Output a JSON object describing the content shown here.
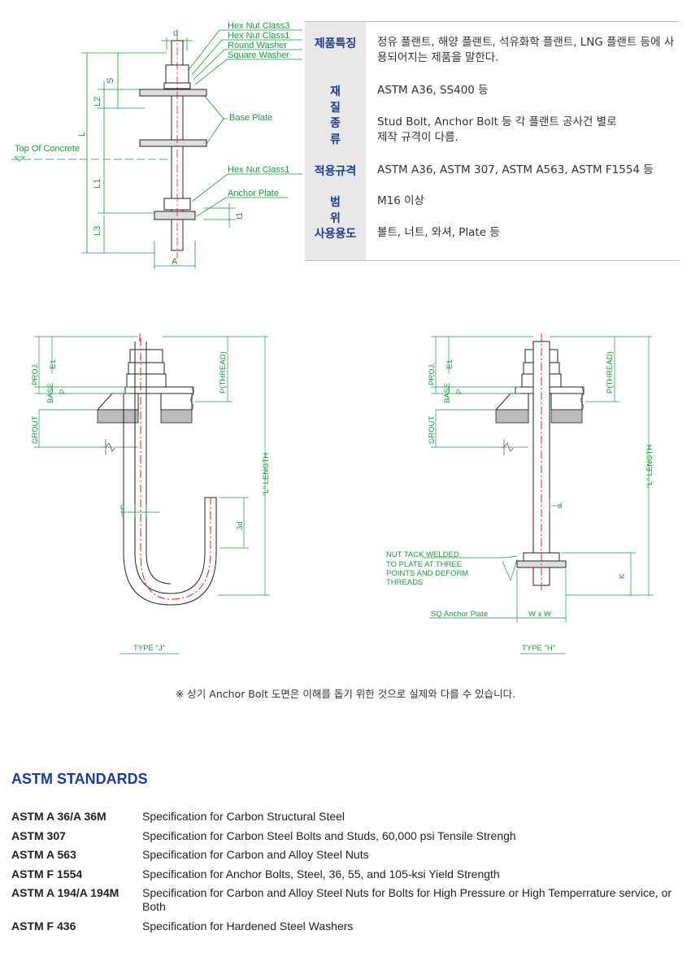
{
  "diagram_top": {
    "labels": {
      "d": "d",
      "s": "S",
      "l2": "L2",
      "l": "L",
      "l1": "L1",
      "l3": "L3",
      "a": "A",
      "t1": "t1",
      "top_of_concrete": "Top Of Concrete",
      "hex_nut_3": "Hex Nut Class3",
      "hex_nut_1": "Hex Nut Class1",
      "round_washer": "Round Washer",
      "square_washer": "Square Washer",
      "base_plate": "Base Plate",
      "hex_nut_1b": "Hex Nut Class1",
      "anchor_plate": "Anchor Plate"
    }
  },
  "spec_table": {
    "rows": [
      {
        "label": "제품특징",
        "value": "정유 플랜트, 해양 플랜트, 석유화학 플랜트, LNG 플랜트 등에  사용되어지는 제품을 말한다."
      },
      {
        "label": "재질",
        "value": "ASTM A36, SS400 등"
      },
      {
        "label": "종류",
        "value": "Stud Bolt, Anchor Bolt 등 각 플랜트 공사건 별로 제작 규격이 다름."
      },
      {
        "label": "적용규격",
        "value": "ASTM A36, ASTM 307, ASTM A563, ASTM F1554 등"
      },
      {
        "label": "범위",
        "value": "M16 이상"
      },
      {
        "label": "사용용도",
        "value": "볼트, 너트, 와셔, Plate 등"
      }
    ]
  },
  "diagram_j": {
    "proj": "PROJ.",
    "e1": "E1",
    "base": "BASE",
    "p": "P",
    "grout": "GROUT",
    "thread": "P(THREAD)",
    "length": "\"L\" LENGTH",
    "d": "d",
    "three_d": "3d",
    "type": "TYPE \"J\""
  },
  "diagram_h": {
    "proj": "PROJ.",
    "e1": "E1",
    "base": "BASE",
    "p": "P",
    "grout": "GROUT",
    "thread": "P(THREAD)",
    "length": "\"L\" LENGTH",
    "d": "d",
    "k": "K",
    "nut_tack_1": "NUT TACK WELDED",
    "nut_tack_2": "TO PLATE AT THREE",
    "nut_tack_3": "POINTS AND DEFORM",
    "nut_tack_4": "THREADS",
    "sq_plate": "SQ Anchor Plate",
    "wxw": "W x W",
    "type": "TYPE \"H\""
  },
  "note": "※ 상기 Anchor Bolt 도면은 이해를 돕기 위한 것으로 실제와 다를 수 있습니다.",
  "standards": {
    "title": "ASTM STANDARDS",
    "items": [
      {
        "code": "ASTM A 36/A 36M",
        "desc": "Specification for Carbon Structural Steel"
      },
      {
        "code": "ASTM 307",
        "desc": "Specification for Carbon Steel Bolts and Studs, 60,000 psi Tensile Strengh"
      },
      {
        "code": "ASTM A 563",
        "desc": "Specification for Carbon and Alloy Steel Nuts"
      },
      {
        "code": "ASTM F 1554",
        "desc": "Specification for Anchor Bolts, Steel, 36, 55, and 105-ksi Yield Strength"
      },
      {
        "code": "ASTM A 194/A 194M",
        "desc": "Specification for Carbon and Alloy Steel Nuts for Bolts for High Pressure or High Temperrature service, or Both"
      },
      {
        "code": "ASTM F 436",
        "desc": "Specification for Hardened Steel Washers"
      }
    ]
  },
  "colors": {
    "dimension": "#1a9a3c",
    "centerline": "#e0201a",
    "heading": "#1a3d9c",
    "label": "#1e3a8a"
  }
}
